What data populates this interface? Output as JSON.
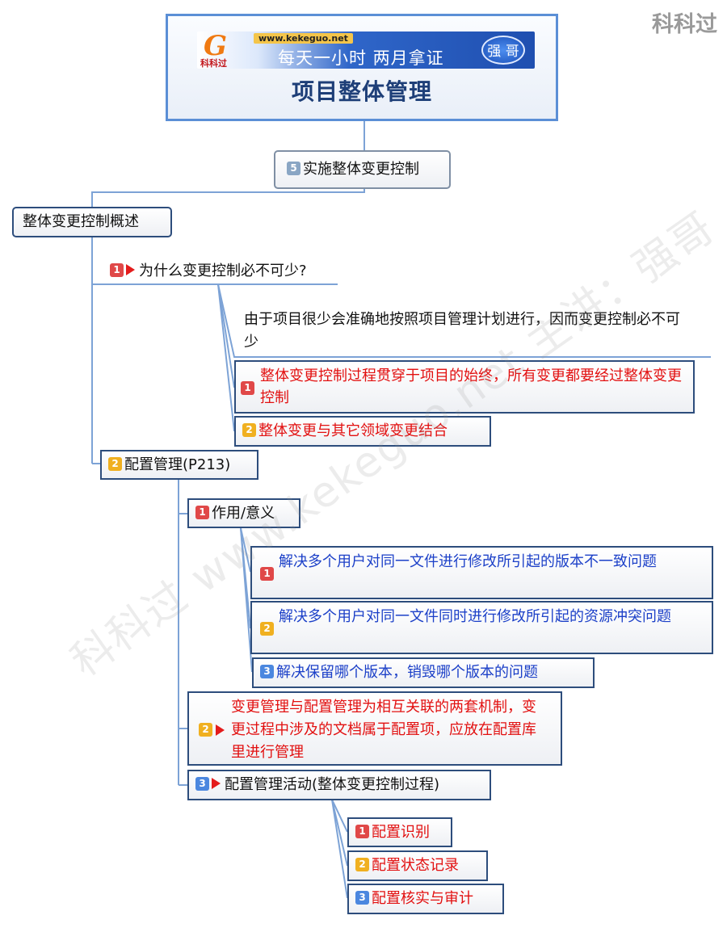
{
  "header": {
    "logo_text": "科科过",
    "site_url": "www.kekeguo.net",
    "slogan": "每天一小时   两月拿证",
    "badge": "强 哥",
    "title": "项目整体管理"
  },
  "corner_logo": "科科过",
  "watermark": "科科过 www.kekeguo.net 主讲：强哥",
  "root": {
    "number": "5",
    "label": "实施整体变更控制"
  },
  "overview": {
    "label": "整体变更控制概述",
    "why": {
      "number": "1",
      "label": "为什么变更控制必不可少?",
      "explanation": "由于项目很少会准确地按照项目管理计划进行，因而变更控制必不可少",
      "points": [
        {
          "number": "1",
          "text": "整体变更控制过程贯穿于项目的始终，所有变更都要经过整体变更控制"
        },
        {
          "number": "2",
          "text": "整体变更与其它领域变更结合"
        }
      ]
    },
    "config": {
      "number": "2",
      "label": "配置管理(P213)",
      "purpose": {
        "number": "1",
        "label": "作用/意义",
        "items": [
          {
            "number": "1",
            "text": "解决多个用户对同一文件进行修改所引起的版本不一致问题"
          },
          {
            "number": "2",
            "text": "解决多个用户对同一文件同时进行修改所引起的资源冲突问题"
          },
          {
            "number": "3",
            "text": "解决保留哪个版本，销毁哪个版本的问题"
          }
        ]
      },
      "relation": {
        "number": "2",
        "text": "变更管理与配置管理为相互关联的两套机制，变更过程中涉及的文档属于配置项，应放在配置库里进行管理"
      },
      "activities": {
        "number": "3",
        "label": "配置管理活动(整体变更控制过程)",
        "items": [
          {
            "number": "1",
            "text": "配置识别"
          },
          {
            "number": "2",
            "text": "配置状态记录"
          },
          {
            "number": "3",
            "text": "配置核实与审计"
          }
        ]
      }
    }
  }
}
